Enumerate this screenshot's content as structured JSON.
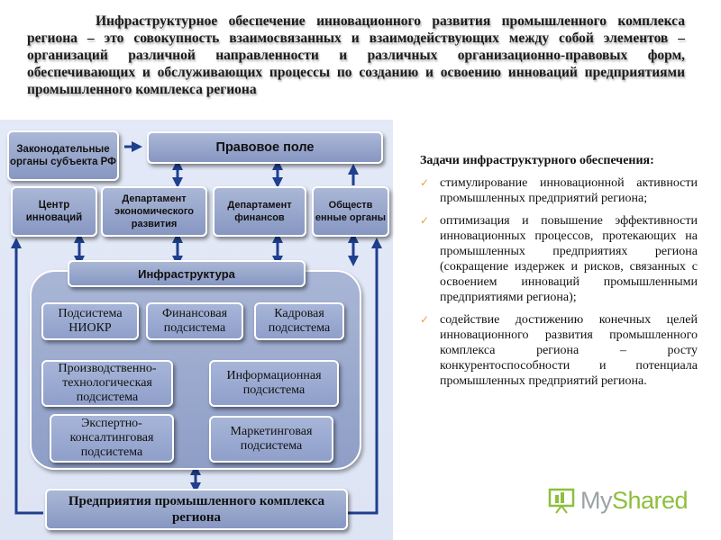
{
  "header": {
    "text": "Инфраструктурное обеспечение инновационного развития промышленного комплекса региона – это совокупность взаимосвязанных и взаимодействующих между собой элементов – организаций различной направленности и различных организационно-правовых форм, обеспечивающих и обслуживающих процессы по созданию и освоению инноваций предприятиями промышленного комплекса региона"
  },
  "diagram": {
    "legislative": "Законодательные органы субъекта РФ",
    "legal_field": "Правовое поле",
    "innovation_center": "Центр инноваций",
    "econ_dept": "Департамент экономического развития",
    "finance_dept": "Департамент финансов",
    "public_orgs": "Обществ енные органы",
    "infrastructure": "Инфраструктура",
    "subsystems": {
      "rnd": "Подсистема НИОКР",
      "financial": "Финансовая подсистема",
      "personnel": "Кадровая подсистема",
      "production": "Производственно-технологическая подсистема",
      "information": "Информационная подсистема",
      "expert": "Экспертно-консалтинговая подсистема",
      "marketing": "Маркетинговая подсистема"
    },
    "enterprises": "Предприятия промышленного комплекса региона"
  },
  "tasks": {
    "title": "Задачи инфраструктурного обеспечения:",
    "items": [
      "стимулирование инновационной активности промышленных предприятий региона;",
      "оптимизация и повышение эффективности инновационных процессов, протекающих на промышленных предприятиях региона (сокращение издержек и рисков, связанных с освоением инноваций промышленными предприятиями региона);",
      "содействие достижению конечных целей инновационного развития промышленного комплекса региона – росту конкурентоспособности и потенциала промышленных предприятий региона."
    ]
  },
  "logo": {
    "text_a": "My",
    "text_b": "Shared"
  },
  "colors": {
    "arrow": "#1f3f8f",
    "box": "#8f9fca",
    "panel": "#e0e7f6",
    "check": "#e8a23a",
    "logo_green": "#8dbf3c"
  }
}
